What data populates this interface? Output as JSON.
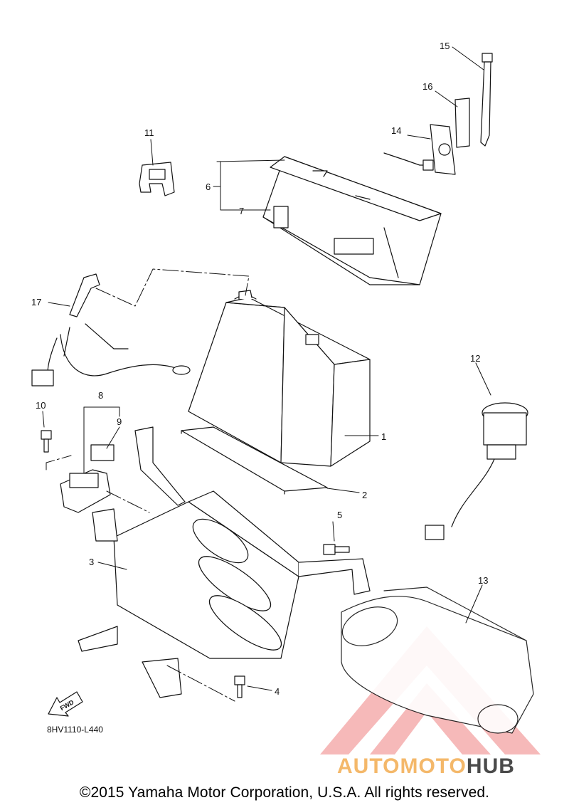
{
  "callouts": [
    {
      "id": "1",
      "label": "1"
    },
    {
      "id": "2",
      "label": "2"
    },
    {
      "id": "3",
      "label": "3"
    },
    {
      "id": "4",
      "label": "4"
    },
    {
      "id": "5",
      "label": "5"
    },
    {
      "id": "6",
      "label": "6"
    },
    {
      "id": "7",
      "label": "7"
    },
    {
      "id": "8",
      "label": "8"
    },
    {
      "id": "9",
      "label": "9"
    },
    {
      "id": "10",
      "label": "10"
    },
    {
      "id": "11",
      "label": "11"
    },
    {
      "id": "12",
      "label": "12"
    },
    {
      "id": "13",
      "label": "13"
    },
    {
      "id": "14",
      "label": "14"
    },
    {
      "id": "15",
      "label": "15"
    },
    {
      "id": "16",
      "label": "16"
    },
    {
      "id": "17",
      "label": "17"
    }
  ],
  "fwd_label": "FWD",
  "drawing_code": "8HV1110-L440",
  "watermark": {
    "part1": "AUTOMOTO",
    "part2": "HUB",
    "color_accent": "#f08080",
    "color_text1": "#f4b86a",
    "color_text2": "#4a4a4a"
  },
  "copyright": "©2015 Yamaha Motor Corporation, U.S.A. All rights reserved."
}
